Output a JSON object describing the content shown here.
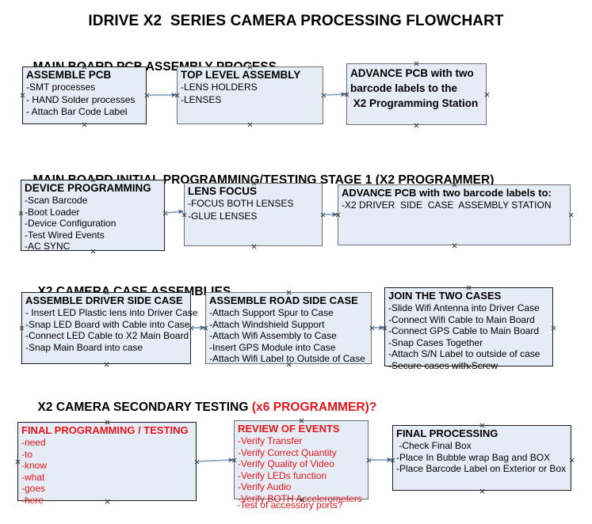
{
  "document": {
    "title": "IDRIVE X2  SERIES CAMERA PROCESSING FLOWCHART"
  },
  "colors": {
    "node_fill": "#e6ecf5",
    "node_border": "#1b1b1b",
    "node_border_gray": "#6d6f72",
    "accent_red": "#e8161a",
    "arrow_line": "#8aa4bf",
    "arrow_head": "#3c5f92",
    "text": "#000000",
    "background": "#ffffff"
  },
  "sections": [
    {
      "id": "main-board-pcb-assembly",
      "heading": "MAIN BOARD PCB ASSEMBLY PROCESS",
      "heading_accent": "",
      "nodes": [
        {
          "id": "assemble-pcb",
          "title": "ASSEMBLE PCB",
          "lines": [
            "-SMT processes",
            "- HAND Solder processes",
            "- Attach Bar Code Label"
          ],
          "bold_body": false
        },
        {
          "id": "top-level-assembly",
          "title": "TOP LEVEL ASSEMBLY",
          "lines": [
            "-LENS HOLDERS",
            "-LENSES"
          ],
          "bold_body": false
        },
        {
          "id": "advance-pcb-to-programming-station",
          "title": "ADVANCE PCB with two",
          "lines": [
            "barcode labels to the",
            " X2 Programming Station"
          ],
          "bold_body": true
        }
      ]
    },
    {
      "id": "main-board-initial-programming",
      "heading": "MAIN BOARD INITIAL PROGRAMMING/TESTING STAGE 1 (X2 PROGRAMMER)",
      "heading_accent": "",
      "nodes": [
        {
          "id": "device-programming",
          "title": "DEVICE PROGRAMMING",
          "lines": [
            "-Scan Barcode",
            "-Boot Loader",
            "-Device Configuration",
            "-Test Wired Events",
            "-AC SYNC"
          ],
          "bold_body": false
        },
        {
          "id": "lens-focus",
          "title": "LENS FOCUS",
          "lines": [
            "-FOCUS BOTH LENSES",
            "-GLUE LENSES"
          ],
          "bold_body": false
        },
        {
          "id": "advance-pcb-to-driver-side-case",
          "title": "ADVANCE PCB with two barcode labels to:",
          "lines": [
            "-X2 DRIVER  SIDE  CASE  ASSEMBLY STATION"
          ],
          "bold_body": false
        }
      ]
    },
    {
      "id": "x2-camera-case-assemblies",
      "heading": "X2 CAMERA CASE ASSEMBLIES",
      "heading_accent": "",
      "nodes": [
        {
          "id": "assemble-driver-side-case",
          "title": "ASSEMBLE DRIVER SIDE CASE",
          "lines": [
            "- Insert LED Plastic lens into Driver Case",
            "-Snap LED Board with Cable into Case",
            "-Connect LED Cable to X2 Main Board",
            "-Snap Main Board into case"
          ],
          "bold_body": false
        },
        {
          "id": "assemble-road-side-case",
          "title": "ASSEMBLE ROAD SIDE CASE",
          "lines": [
            "-Attach Support Spur to Case",
            "-Attach Windshield Support",
            "-Attach Wifi Assembly to Case",
            "-Insert GPS Module into Case",
            "-Attach Wifi Label to Outside of Case"
          ],
          "bold_body": false
        },
        {
          "id": "join-the-two-cases",
          "title": "JOIN THE TWO CASES",
          "lines": [
            "-Slide Wifi Antenna into Driver Case",
            "-Connect Wifi Cable to Main Board",
            "-Connect GPS Cable to Main Board",
            "-Snap Cases Together",
            "-Attach S/N Label to outside of case",
            "-Secure cases with Screw"
          ],
          "bold_body": false
        }
      ]
    },
    {
      "id": "x2-camera-secondary-testing",
      "heading": "X2 CAMERA SECONDARY TESTING ",
      "heading_accent": "(x6 PROGRAMMER)?",
      "nodes": [
        {
          "id": "final-programming-testing",
          "title": "FINAL PROGRAMMING / TESTING",
          "lines": [
            "-need",
            "-to",
            "-know",
            "-what",
            "-goes",
            "-here"
          ],
          "bold_body": false
        },
        {
          "id": "review-of-events",
          "title": "REVIEW OF EVENTS",
          "lines": [
            "-Verify Transfer",
            "-Verify Correct Quantity",
            "-Verify Quality of Video",
            "-Verify LEDs function",
            "-Verify Audio",
            "-Verify BOTH Accelerometers"
          ],
          "overflow_line": "-Test of accessory ports?",
          "bold_body": false
        },
        {
          "id": "final-processing",
          "title": "FINAL PROCESSING",
          "lines": [
            " -Check Final Box",
            "-Place In Bubble wrap Bag and BOX",
            "-Place Barcode Label on Exterior or Box"
          ],
          "bold_body": false
        }
      ]
    }
  ],
  "connectors": [
    {
      "id": "assemble-pcb-to-top-level-assembly",
      "from": "assemble-pcb",
      "to": "top-level-assembly"
    },
    {
      "id": "top-level-assembly-to-advance-pcb",
      "from": "top-level-assembly",
      "to": "advance-pcb-to-programming-station"
    },
    {
      "id": "device-programming-to-lens-focus",
      "from": "device-programming",
      "to": "lens-focus"
    },
    {
      "id": "lens-focus-to-advance-pcb",
      "from": "lens-focus",
      "to": "advance-pcb-to-driver-side-case"
    },
    {
      "id": "driver-side-to-road-side",
      "from": "assemble-driver-side-case",
      "to": "assemble-road-side-case"
    },
    {
      "id": "road-side-to-join-cases",
      "from": "assemble-road-side-case",
      "to": "join-the-two-cases"
    },
    {
      "id": "final-programming-to-review",
      "from": "final-programming-testing",
      "to": "review-of-events"
    },
    {
      "id": "review-to-final-processing",
      "from": "review-of-events",
      "to": "final-processing"
    }
  ]
}
